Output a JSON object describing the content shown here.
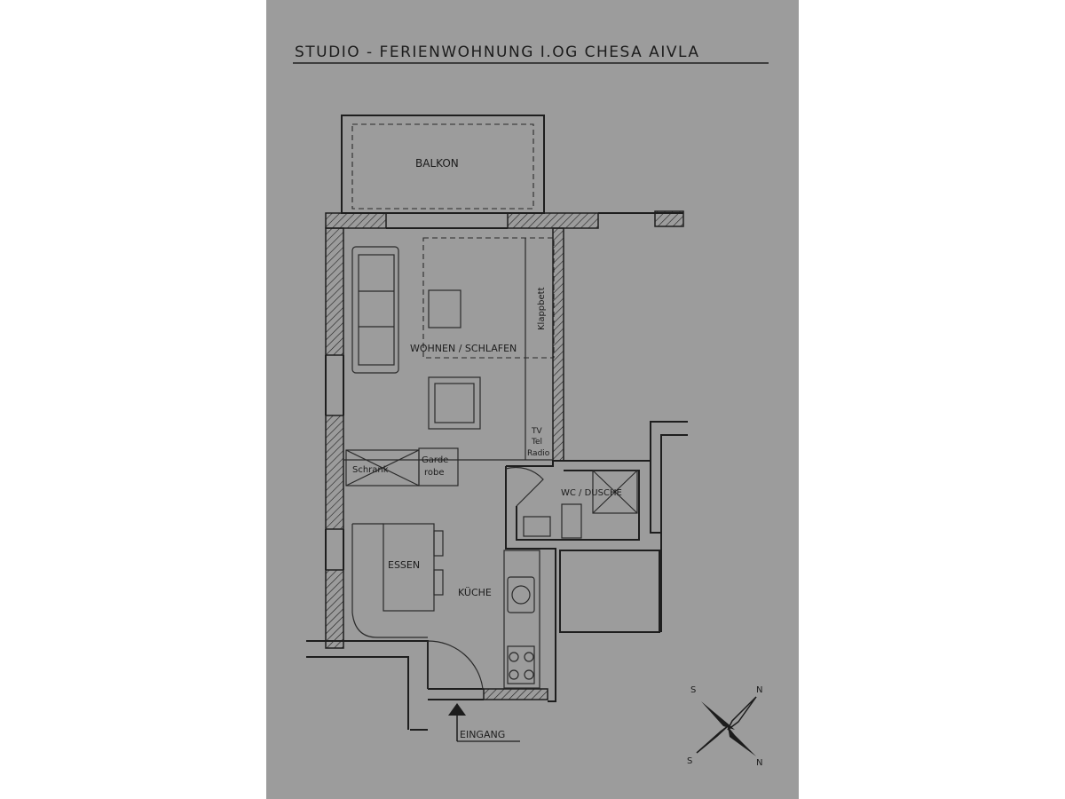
{
  "title": "STUDIO - FERIENWOHNUNG  I.OG  CHESA  AIVLA",
  "rooms": {
    "balkon": "BALKON",
    "wohnen": "WOHNEN / SCHLAFEN",
    "klappbett": "Klappbett",
    "tv": "TV",
    "tel": "Tel",
    "radio": "Radio",
    "schrank": "Schrank",
    "garderobe_1": "Garde",
    "garderobe_2": "robe",
    "wc": "WC / DUSCHE",
    "essen": "ESSEN",
    "kueche": "KÜCHE",
    "eingang": "EINGANG"
  },
  "compass": {
    "n1": "N",
    "n2": "N",
    "s1": "S",
    "s2": "S"
  }
}
